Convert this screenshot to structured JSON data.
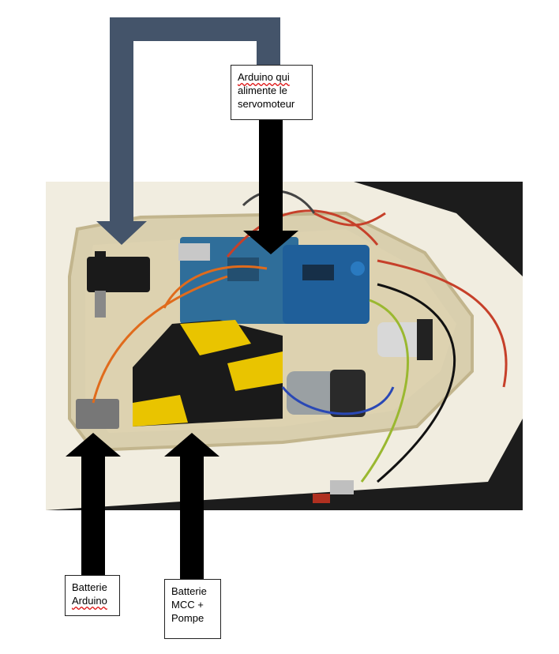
{
  "labels": {
    "arduino_servo": [
      "Arduino qui",
      "alimente le",
      "servomoteur"
    ],
    "battery_arduino": [
      "Batterie",
      "Arduino"
    ],
    "battery_mcc": [
      "Batterie",
      "MCC +",
      "Pompe"
    ]
  },
  "colors": {
    "routing_arrow": "#44546a",
    "pointer_arrow": "#000000",
    "tape_yellow": "#e9c400",
    "foam": "#efe9d6"
  }
}
